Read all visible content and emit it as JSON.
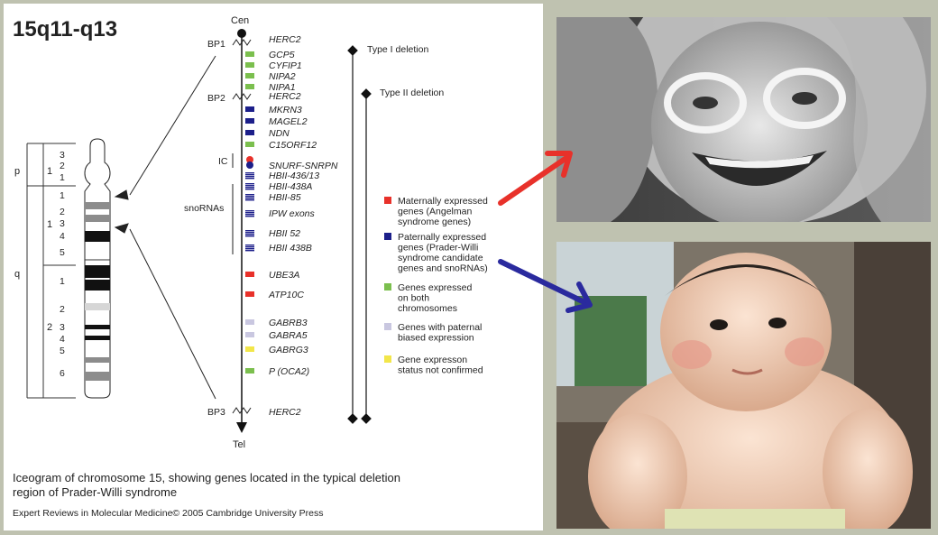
{
  "title": "15q11-q13",
  "centromere_label": "Cen",
  "telomere_label": "Tel",
  "breakpoints": [
    "BP1",
    "BP2",
    "BP3"
  ],
  "ic_label": "IC",
  "snorna_label": "snoRNAs",
  "deletions": {
    "type1": "Type I deletion",
    "type2": "Type  II deletion"
  },
  "ideogram": {
    "arms": [
      "p",
      "q"
    ],
    "regions_p": [
      "1"
    ],
    "regions_q": [
      "1",
      "2"
    ],
    "bands_p": [
      "3",
      "2",
      "1"
    ],
    "bands_q1": [
      "1",
      "2",
      "3",
      "4",
      "5"
    ],
    "bands_q2": [
      "1",
      "2",
      "3",
      "4",
      "5",
      "6"
    ]
  },
  "genes": [
    {
      "name": "HERC2",
      "color": "bp"
    },
    {
      "name": "GCP5",
      "color": "#7bbf4e"
    },
    {
      "name": "CYFIP1",
      "color": "#7bbf4e"
    },
    {
      "name": "NIPA2",
      "color": "#7bbf4e"
    },
    {
      "name": "NIPA1",
      "color": "#7bbf4e"
    },
    {
      "name": "HERC2",
      "color": "bp"
    },
    {
      "name": "MKRN3",
      "color": "#1c1f8a"
    },
    {
      "name": "MAGEL2",
      "color": "#1c1f8a"
    },
    {
      "name": "NDN",
      "color": "#1c1f8a"
    },
    {
      "name": "C15ORF12",
      "color": "#7bbf4e"
    },
    {
      "name": "SNURF-SNRPN",
      "color": "#1c1f8a"
    },
    {
      "name": "HBII-436/13",
      "color": "#1c1f8a"
    },
    {
      "name": "HBII-438A",
      "color": "#1c1f8a"
    },
    {
      "name": "HBII-85",
      "color": "#1c1f8a"
    },
    {
      "name": "IPW exons",
      "color": "#1c1f8a"
    },
    {
      "name": "HBII 52",
      "color": "#1c1f8a"
    },
    {
      "name": "HBII 438B",
      "color": "#1c1f8a"
    },
    {
      "name": "UBE3A",
      "color": "#e8312a"
    },
    {
      "name": "ATP10C",
      "color": "#e8312a"
    },
    {
      "name": "GABRB3",
      "color": "#c9c7e0"
    },
    {
      "name": "GABRA5",
      "color": "#c9c7e0"
    },
    {
      "name": "GABRG3",
      "color": "#f2e64a"
    },
    {
      "name": "P (OCA2)",
      "color": "#7bbf4e"
    },
    {
      "name": "HERC2",
      "color": "bp"
    }
  ],
  "legend": [
    {
      "color": "#e8312a",
      "lines": [
        "Maternally expressed",
        "genes (Angelman",
        "syndrome genes)"
      ]
    },
    {
      "color": "#1c1f8a",
      "lines": [
        "Paternally expressed",
        "genes (Prader-Willi",
        "syndrome candidate",
        "genes and snoRNAs)"
      ]
    },
    {
      "color": "#7bbf4e",
      "lines": [
        "Genes expressed",
        "on both",
        "chromosomes"
      ]
    },
    {
      "color": "#c9c7e0",
      "lines": [
        "Genes with paternal",
        "biased expression"
      ]
    },
    {
      "color": "#f2e64a",
      "lines": [
        "Gene expresson",
        "status not confirmed"
      ]
    }
  ],
  "caption": {
    "line1": "Iceogram of chromosome 15, showing genes located in the typical deletion",
    "line2": "region of Prader-Willi syndrome",
    "credit": "Expert Reviews in Molecular Medicine© 2005 Cambridge University Press"
  },
  "arrow_colors": {
    "angelman": "#e8312a",
    "prader_willi": "#2a2a9e"
  }
}
